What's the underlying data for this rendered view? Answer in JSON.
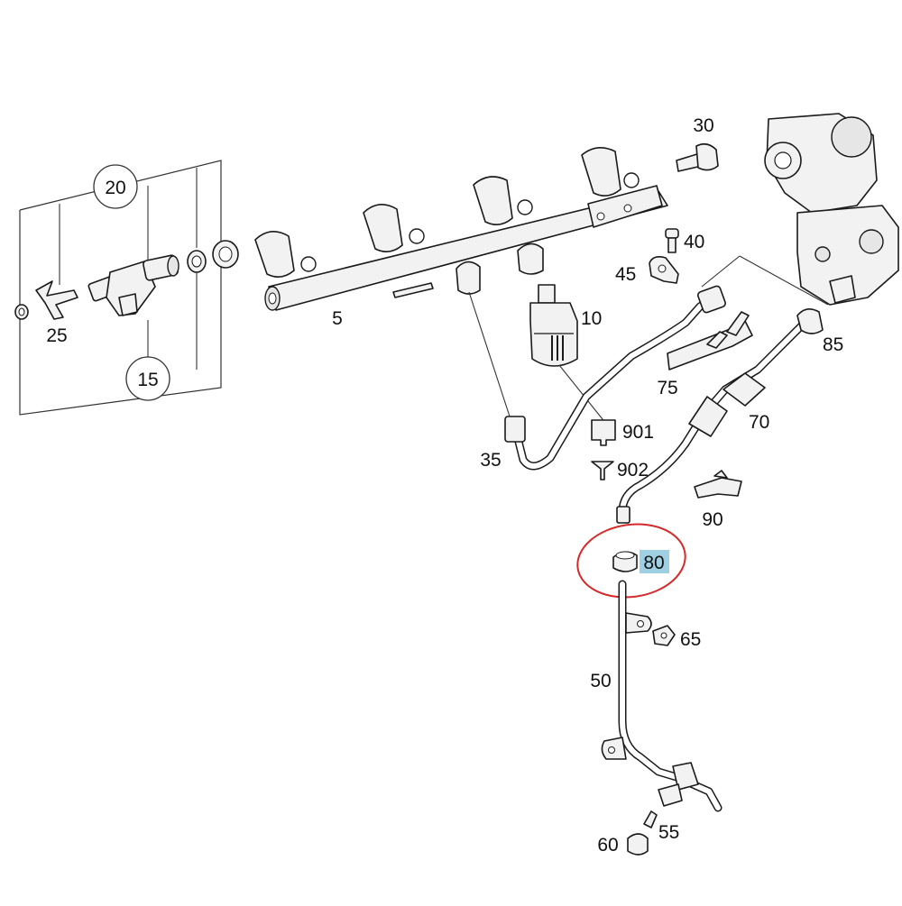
{
  "diagram": {
    "parts": {
      "p5": {
        "label": "5"
      },
      "p10": {
        "label": "10"
      },
      "p15": {
        "label": "15"
      },
      "p20": {
        "label": "20"
      },
      "p25": {
        "label": "25"
      },
      "p30": {
        "label": "30"
      },
      "p35": {
        "label": "35"
      },
      "p40": {
        "label": "40"
      },
      "p45": {
        "label": "45"
      },
      "p50": {
        "label": "50"
      },
      "p55": {
        "label": "55"
      },
      "p60": {
        "label": "60"
      },
      "p65": {
        "label": "65"
      },
      "p70": {
        "label": "70"
      },
      "p75": {
        "label": "75"
      },
      "p80": {
        "label": "80"
      },
      "p85": {
        "label": "85"
      },
      "p90": {
        "label": "90"
      },
      "p901": {
        "label": "901"
      },
      "p902": {
        "label": "902"
      }
    },
    "highlight": {
      "part": "80",
      "circle_color": "#d42a2a",
      "label_bg_color": "#9fcfe3"
    }
  }
}
